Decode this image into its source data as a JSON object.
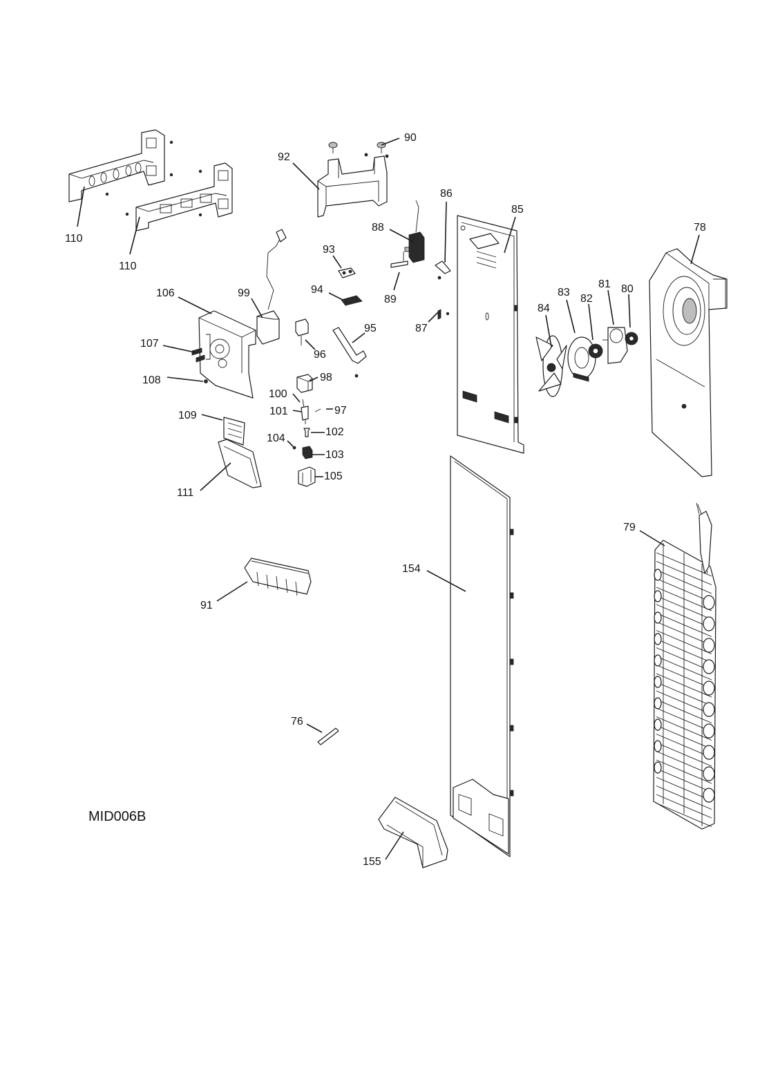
{
  "diagram": {
    "code": "MID006B",
    "callouts": [
      "90",
      "92",
      "86",
      "85",
      "78",
      "110",
      "110",
      "88",
      "93",
      "94",
      "89",
      "87",
      "84",
      "83",
      "82",
      "81",
      "80",
      "106",
      "99",
      "95",
      "107",
      "96",
      "108",
      "98",
      "100",
      "101",
      "97",
      "109",
      "102",
      "104",
      "103",
      "105",
      "111",
      "79",
      "154",
      "91",
      "76",
      "155"
    ]
  }
}
